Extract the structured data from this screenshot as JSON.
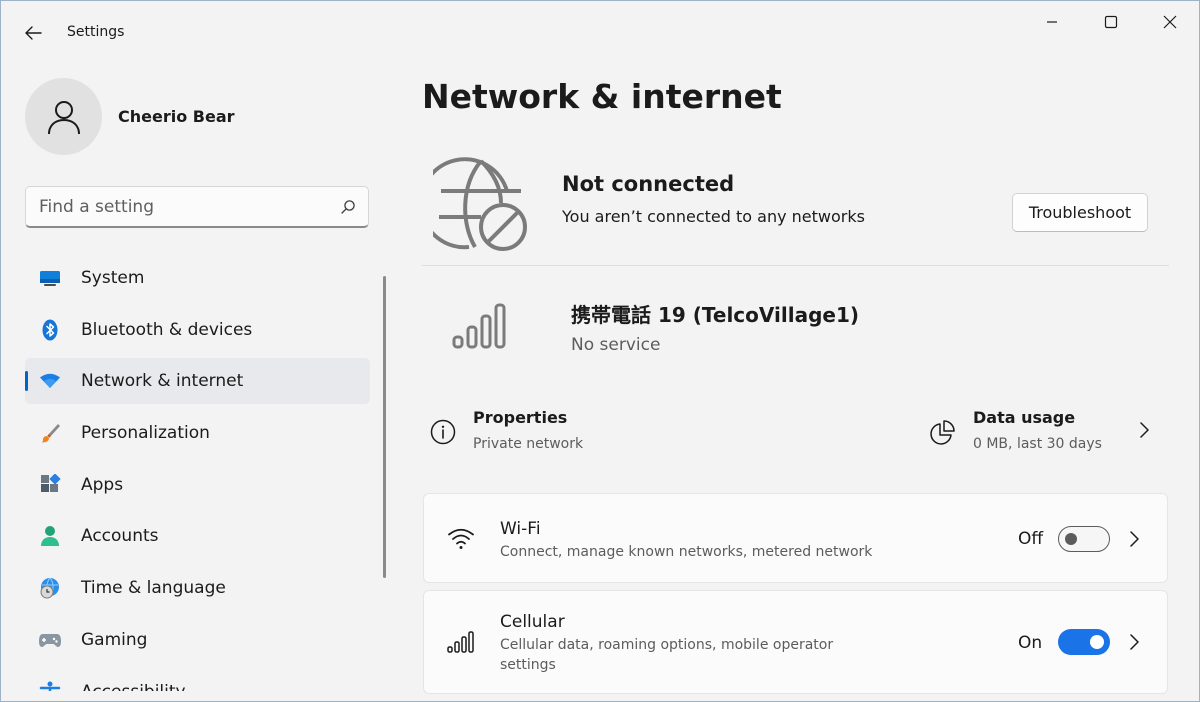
{
  "window": {
    "app_title": "Settings"
  },
  "profile": {
    "name": "Cheerio Bear"
  },
  "search": {
    "placeholder": "Find a setting"
  },
  "sidebar": {
    "items": [
      {
        "label": "System",
        "icon": "monitor-icon"
      },
      {
        "label": "Bluetooth & devices",
        "icon": "bluetooth-icon"
      },
      {
        "label": "Network & internet",
        "icon": "wifi-icon",
        "selected": true
      },
      {
        "label": "Personalization",
        "icon": "brush-icon"
      },
      {
        "label": "Apps",
        "icon": "apps-icon"
      },
      {
        "label": "Accounts",
        "icon": "person-icon"
      },
      {
        "label": "Time & language",
        "icon": "globe-clock-icon"
      },
      {
        "label": "Gaming",
        "icon": "gamepad-icon"
      },
      {
        "label": "Accessibility",
        "icon": "accessibility-icon"
      }
    ]
  },
  "main": {
    "title": "Network & internet",
    "status": {
      "title": "Not connected",
      "subtitle": "You aren’t connected to any networks",
      "troubleshoot_label": "Troubleshoot"
    },
    "connection": {
      "name": "携帯電話 19 (TelcoVillage1)",
      "status": "No service"
    },
    "properties": {
      "title": "Properties",
      "subtitle": "Private network"
    },
    "data_usage": {
      "title": "Data usage",
      "subtitle": "0 MB, last 30 days"
    },
    "cards": [
      {
        "title": "Wi-Fi",
        "subtitle": "Connect, manage known networks, metered network",
        "state": "Off",
        "on": false
      },
      {
        "title": "Cellular",
        "subtitle": "Cellular data, roaming options, mobile operator settings",
        "state": "On",
        "on": true
      }
    ]
  },
  "colors": {
    "accent": "#0067c0",
    "toggle_on": "#1a74e8",
    "window_bg": "#f3f3f3"
  }
}
